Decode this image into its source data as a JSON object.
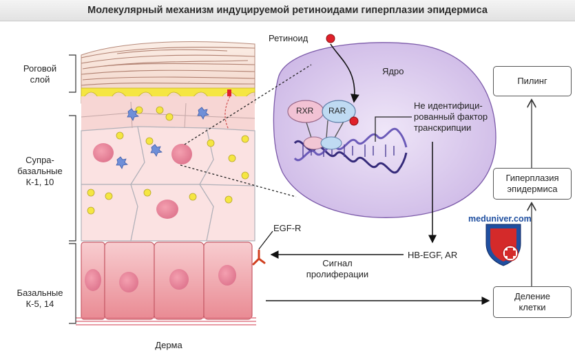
{
  "title": "Молекулярный механизм индуцируемой ретиноидами гиперплазии эпидермиса",
  "layers": {
    "horny": [
      "Роговой",
      "слой"
    ],
    "suprabasal": [
      "Супра-",
      "базальные",
      "К-1, 10"
    ],
    "basal": [
      "Базальные",
      "К-5, 14"
    ],
    "dermis": "Дерма"
  },
  "retinoid": "Ретиноид",
  "nucleus": "Ядро",
  "receptors": {
    "rxr": "RXR",
    "rar": "RAR"
  },
  "factor": [
    "Не идентифици-",
    "рованный фактор",
    "транскрипции"
  ],
  "egfr": "EGF-R",
  "hb_egf": "HB-EGF, AR",
  "signal": [
    "Сигнал",
    "пролиферации"
  ],
  "flow": {
    "division": [
      "Деление",
      "клетки"
    ],
    "hyperplasia": [
      "Гиперплазия",
      "эпидермиса"
    ],
    "peeling": "Пилинг"
  },
  "watermark": "meduniver.com",
  "colors": {
    "cell_pink": "#f4c6c8",
    "basal_red": "#ec9fa6",
    "nucleus_purple": "#d9c8ee",
    "lipid_yellow": "#f5e642",
    "marker_red": "#e0202a",
    "shield_blue": "#1f4fa0"
  }
}
